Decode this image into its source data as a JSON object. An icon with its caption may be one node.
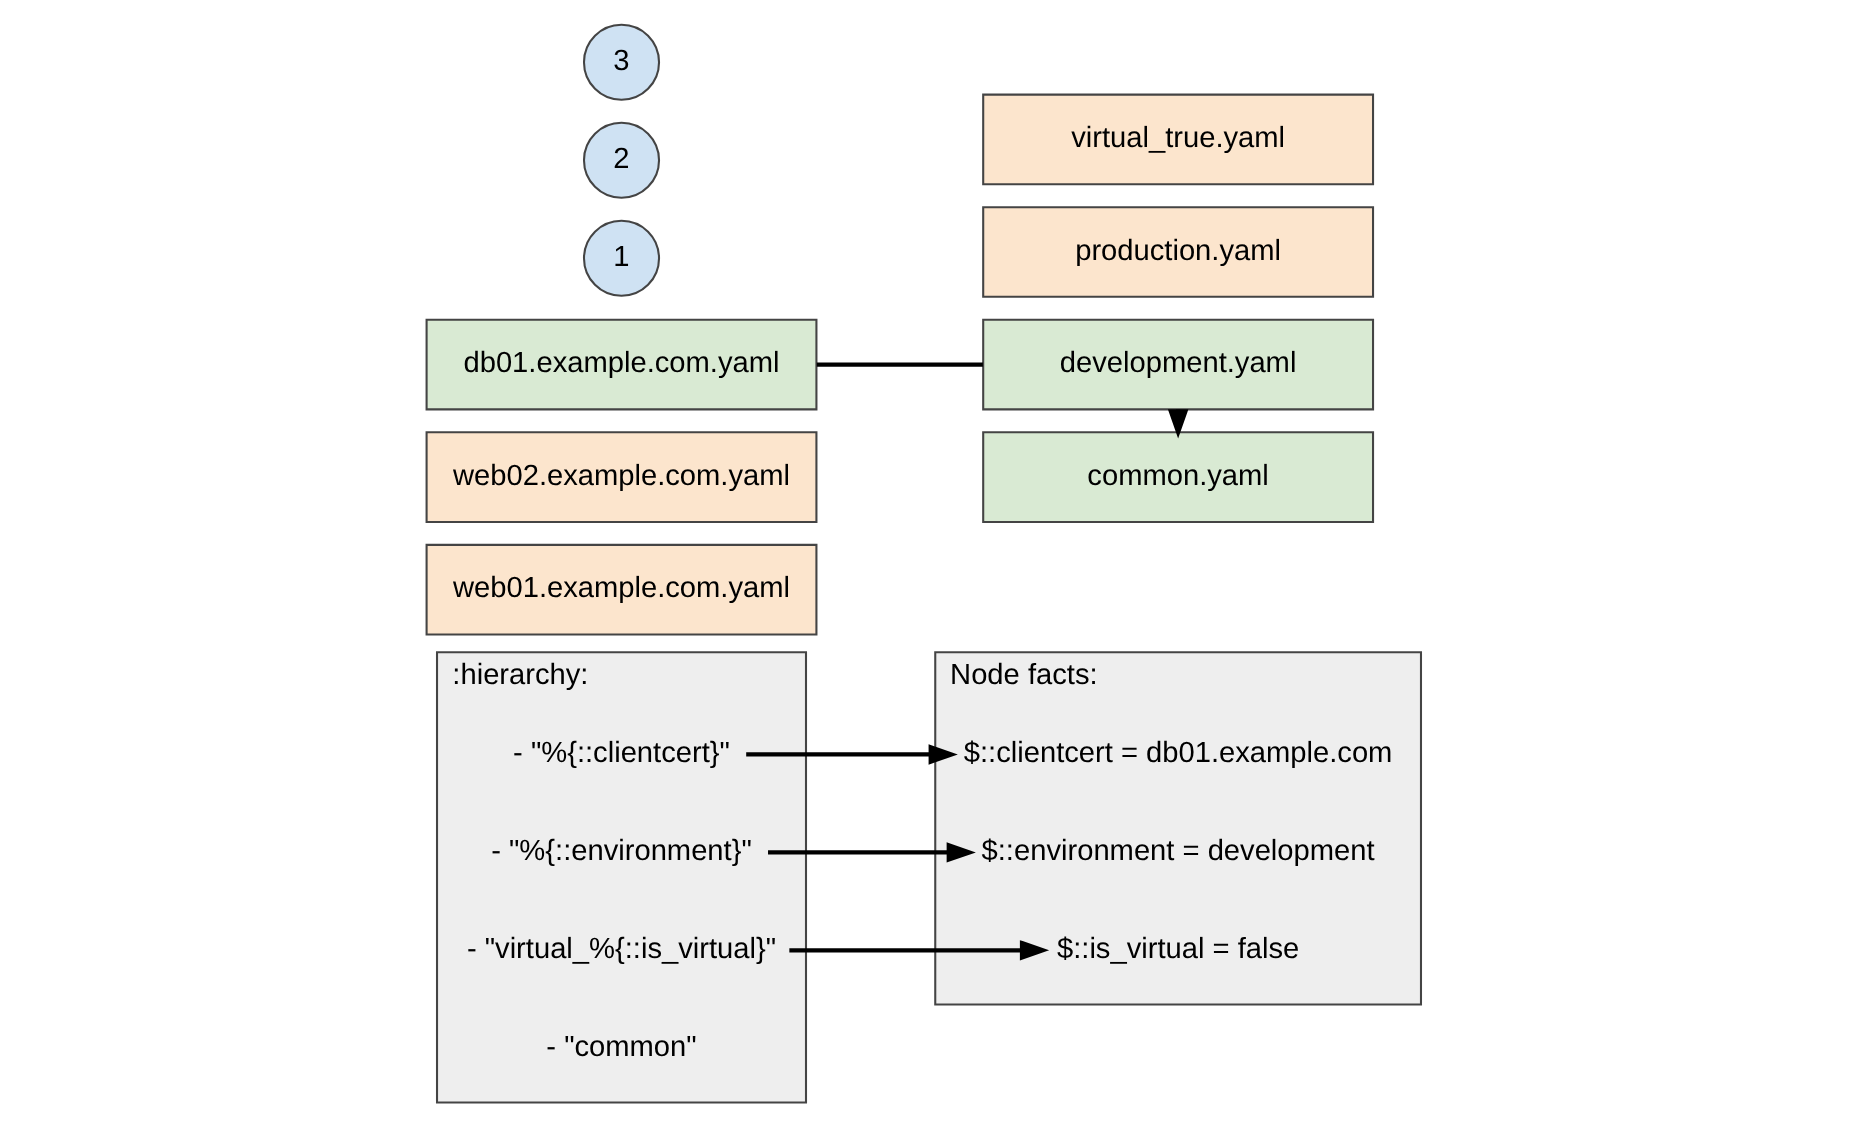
{
  "diagram": {
    "nodes": [
      {
        "text": [
          ":hierarchy:"
        ]
      },
      {
        "text": [
          "- \"%{::clientcert}\""
        ],
        "in": 0
      },
      {
        "text": [
          "- \"%{::environment}\""
        ],
        "in": 0
      },
      {
        "text": [
          "- \"virtual_%{::is_virtual}\""
        ],
        "in": 0
      },
      {
        "text": [
          "- \"common\""
        ],
        "in": 0
      },
      {
        "text": [
          "Node facts:"
        ]
      },
      {
        "text": [
          "$::clientcert = db01.example.com"
        ],
        "in": 5
      },
      {
        "text": [
          "$::environment = development"
        ],
        "in": 5
      },
      {
        "text": [
          "$::is_virtual = false"
        ],
        "in": 5
      },
      {
        "text": [
          "web01.example.com.yaml"
        ]
      },
      {
        "text": [
          "web02.example.com.yaml"
        ]
      },
      {
        "text": [
          "db01.example.com.yaml"
        ]
      },
      {
        "text": [
          "production.yaml"
        ]
      },
      {
        "text": [
          "development.yaml"
        ]
      },
      {
        "text": [
          "virtual_true.yaml"
        ]
      },
      {
        "text": [
          "common.yaml"
        ]
      },
      {
        "text": [
          "1"
        ]
      },
      {
        "text": [
          "2"
        ]
      },
      {
        "text": [
          "3"
        ]
      }
    ],
    "edges": [
      {
        "from": 1,
        "to": 6,
        "arrow": "to"
      },
      {
        "from": 2,
        "to": 7,
        "arrow": "to"
      },
      {
        "from": 3,
        "to": 8,
        "arrow": "to"
      },
      {
        "from": 11,
        "to": 13,
        "arrow": "none"
      },
      {
        "from": 13,
        "to": 15,
        "arrow": "to"
      }
    ]
  }
}
